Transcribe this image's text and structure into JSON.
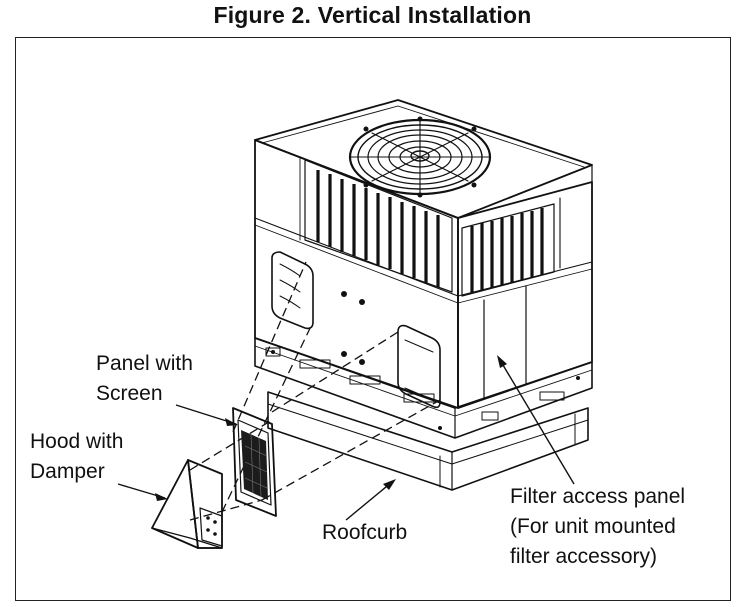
{
  "figure": {
    "title": "Figure 2. Vertical Installation"
  },
  "labels": {
    "panel_with_screen": {
      "line1": "Panel with",
      "line2": "Screen"
    },
    "hood_with_damper": {
      "line1": "Hood with",
      "line2": "Damper"
    },
    "roofcurb": "Roofcurb",
    "filter_access_panel": {
      "line1": "Filter access panel",
      "line2": "(For unit mounted",
      "line3": "filter accessory)"
    }
  }
}
